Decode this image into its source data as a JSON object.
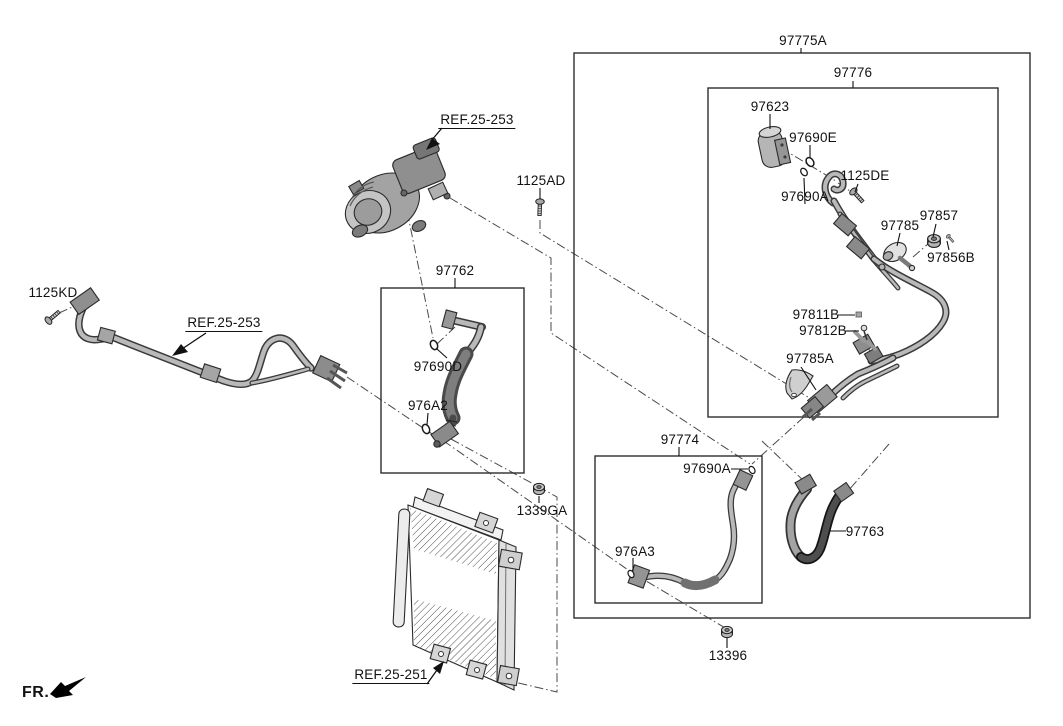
{
  "diagram_title": "A/C cooler line exploded parts diagram",
  "colors": {
    "background": "#ffffff",
    "line": "#2b2b2b",
    "metal_light": "#c9c9c9",
    "metal_mid": "#9a9a9a",
    "metal_dark": "#555555",
    "rubber_dark": "#3c3c3c"
  },
  "labels": {
    "p97775a": "97775A",
    "p97776": "97776",
    "p97623": "97623",
    "p97690e": "97690E",
    "p1125de": "1125DE",
    "p97690a_upper": "97690A",
    "p97857": "97857",
    "p97785": "97785",
    "p97856b": "97856B",
    "p97811b": "97811B",
    "p97812b": "97812B",
    "p97785a": "97785A",
    "p97762": "97762",
    "p97690d": "97690D",
    "p976a2": "976A2",
    "p1125ad": "1125AD",
    "p1125kd": "1125KD",
    "p1339ga": "1339GA",
    "p97774": "97774",
    "p97690a_lower": "97690A",
    "p976a3": "976A3",
    "p97763": "97763",
    "p13396": "13396"
  },
  "refs": {
    "compressor": "REF.25-253",
    "pipe": "REF.25-253",
    "condenser": "REF.25-251"
  },
  "direction": {
    "label": "FR."
  }
}
